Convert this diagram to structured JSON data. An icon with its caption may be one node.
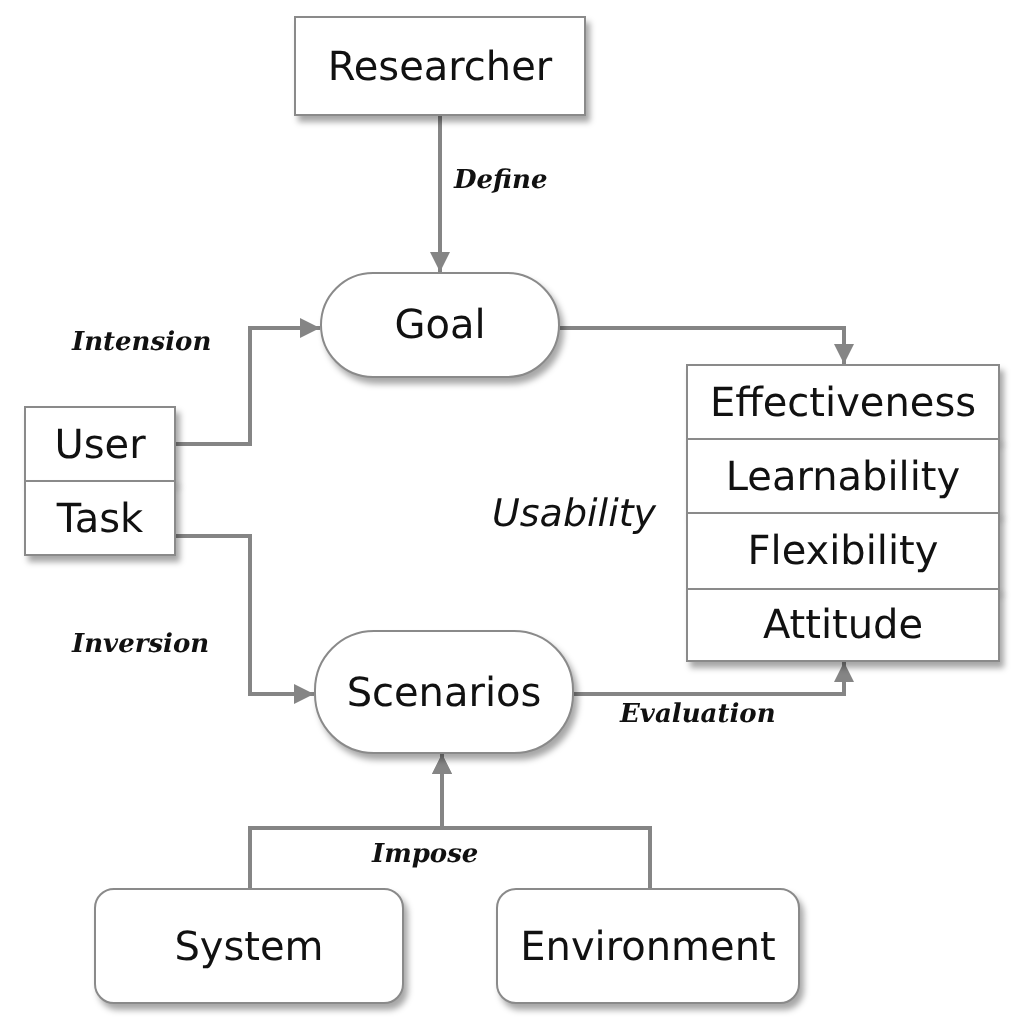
{
  "diagram": {
    "nodes": [
      {
        "text": [
          "Researcher"
        ]
      },
      {
        "text": [
          "Goal"
        ]
      },
      {
        "text": [
          "User"
        ]
      },
      {
        "text": [
          "Task"
        ]
      },
      {
        "text": [
          "Effectiveness"
        ]
      },
      {
        "text": [
          "Learnability"
        ]
      },
      {
        "text": [
          "Flexibility"
        ]
      },
      {
        "text": [
          "Attitude"
        ]
      },
      {
        "text": [
          "Scenarios"
        ]
      },
      {
        "text": [
          "System"
        ]
      },
      {
        "text": [
          "Environment"
        ]
      }
    ],
    "edges": [
      {
        "from": 0,
        "to": 1,
        "arrow": "to",
        "label": "Define"
      },
      {
        "from": 2,
        "to": 1,
        "arrow": "to",
        "label": "Intension"
      },
      {
        "from": 1,
        "to": 4,
        "arrow": "to"
      },
      {
        "from": 3,
        "to": 8,
        "arrow": "to",
        "label": "Inversion"
      },
      {
        "from": 8,
        "to": 7,
        "arrow": "to",
        "label": "Evaluation"
      },
      {
        "from": 9,
        "to": 8,
        "arrow": "to",
        "label": "Impose"
      },
      {
        "from": 10,
        "to": 8,
        "arrow": "to"
      }
    ],
    "labels": [
      "Usability"
    ]
  }
}
